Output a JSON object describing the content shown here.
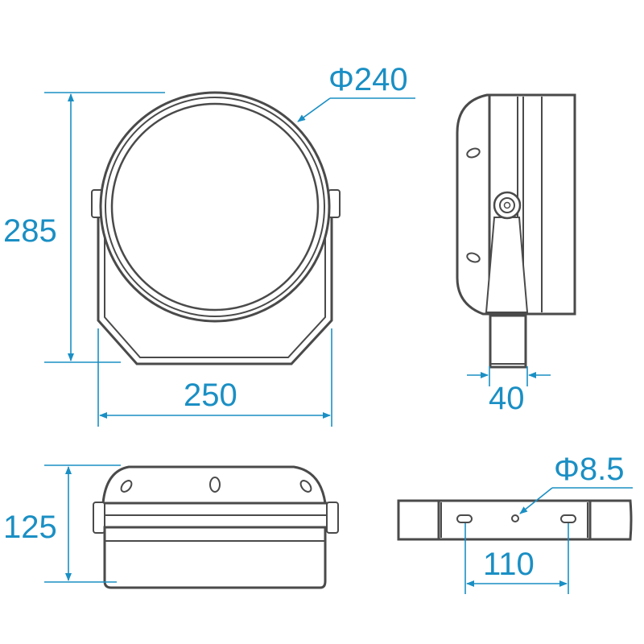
{
  "dimensions": {
    "front_diameter": "Φ240",
    "front_height": "285",
    "front_width": "250",
    "side_depth": "40",
    "bottom_height": "125",
    "mount_hole": "Φ8.5",
    "mount_spacing": "110"
  },
  "colors": {
    "dimension": "#1a8fc4",
    "outline": "#4a4a4a"
  }
}
